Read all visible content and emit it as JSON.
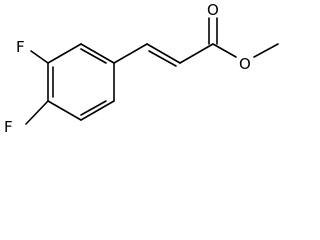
{
  "molecule": {
    "atoms": {
      "fluorine_3": "F",
      "fluorine_4": "F",
      "carbonyl_oxygen": "O",
      "ester_oxygen": "O"
    }
  },
  "colors": {
    "bond": "#000000",
    "label": "#000000",
    "background": "#ffffff"
  }
}
